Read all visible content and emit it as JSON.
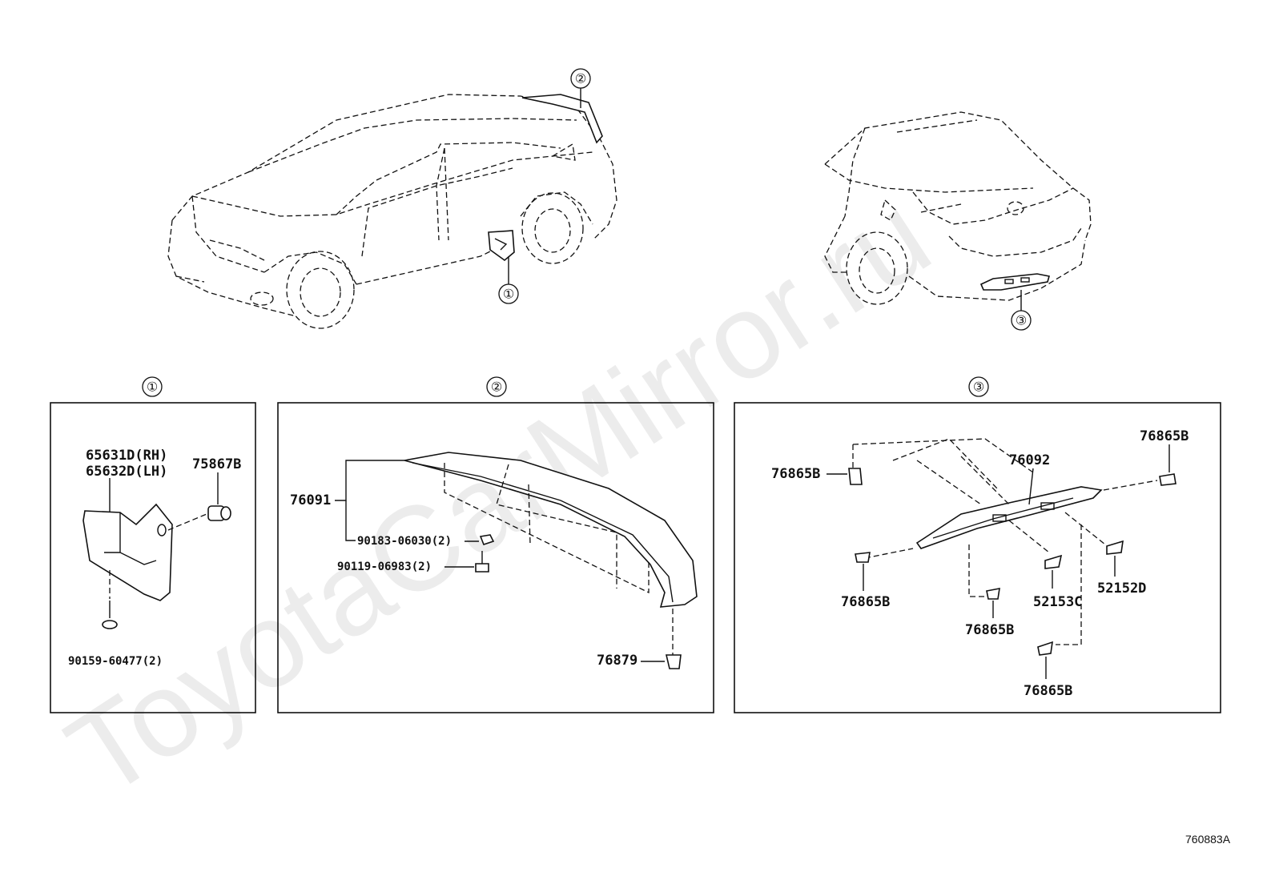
{
  "watermark": "ToyotaCarMirror.ru",
  "overview": {
    "car_front_callouts": [
      "①",
      "②"
    ],
    "car_rear_callouts": [
      "③"
    ]
  },
  "panels": [
    {
      "number": "①",
      "labels": {
        "part_a": "65631D(RH)",
        "part_b": "65632D(LH)",
        "clip": "75867B",
        "screw": "90159-60477(2)"
      }
    },
    {
      "number": "②",
      "labels": {
        "spoiler": "76091",
        "nut": "90183-06030(2)",
        "bolt": "90119-06983(2)",
        "clip": "76879"
      }
    },
    {
      "number": "③",
      "labels": {
        "garnish": "76092",
        "clip_tl": "76865B",
        "clip_tr": "76865B",
        "clip_ml": "76865B",
        "clip_bm": "76865B",
        "clip_bot": "76865B",
        "pad_c": "52153C",
        "pad_d": "52152D"
      }
    }
  ],
  "reference_code": "760883A"
}
